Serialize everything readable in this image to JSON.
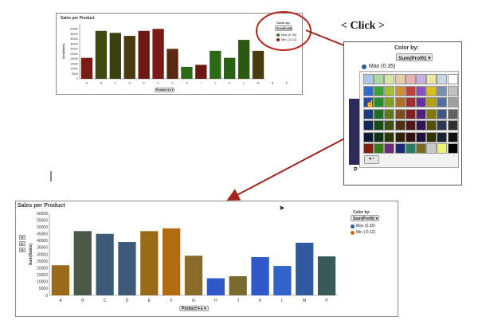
{
  "annotation": {
    "click_label": "< Click >"
  },
  "small_chart": {
    "chart_data": {
      "type": "bar",
      "title": "Sales per Product",
      "xlabel": "Product",
      "ylabel": "Sum(Sales)",
      "categories": [
        "A",
        "B",
        "C",
        "D",
        "E",
        "F",
        "G",
        "H",
        "I",
        "J",
        "K",
        "L",
        "M",
        "N",
        "P"
      ],
      "values": [
        21000,
        48000,
        46000,
        43000,
        48000,
        50000,
        30000,
        12000,
        14000,
        28000,
        21000,
        39000,
        28000
      ],
      "yticks": [
        0,
        5000,
        10000,
        15000,
        20000,
        25000,
        30000,
        35000,
        40000,
        45000,
        50000
      ],
      "ytick_labels": [
        "0",
        "5000",
        "10000",
        "15000",
        "20000",
        "25000",
        "30000",
        "35000",
        "40000",
        "45000",
        "50000"
      ],
      "ylim": [
        0,
        55000
      ],
      "bar_colors": [
        "#7a1a14",
        "#3e4a10",
        "#3a4210",
        "#4a3a10",
        "#6a1a12",
        "#7a1a14",
        "#5a2a10",
        "#2d6a14",
        "#6a1a12",
        "#2a6a14",
        "#2a6014",
        "#2a5a12",
        "#4a3a12"
      ]
    },
    "color_by_label": "Color by:",
    "color_by_value": "Sum(Profit)",
    "legend": [
      {
        "label": "Max (0.35)",
        "color": "#3e7a1a"
      },
      {
        "label": "Min (-0.12)",
        "color": "#8a1a10"
      }
    ]
  },
  "popup": {
    "color_by_label": "Color by:",
    "color_by_value": "Sum(Profit)",
    "selected_label": "Max (0.35)",
    "selected_color": "#2f5aa0",
    "bar_color": "#2e2a58",
    "bar_x_label": "P",
    "palette": [
      [
        "#a9c7e8",
        "#aad8a8",
        "#d8e6a0",
        "#e6d0a0",
        "#e6b0b0",
        "#c8b0e0",
        "#e8e6a8",
        "#c8d8e8",
        "#ffffff"
      ],
      [
        "#2f6ad0",
        "#3aa040",
        "#a0c030",
        "#d09030",
        "#c04040",
        "#8a50c0",
        "#d8c020",
        "#7890b0",
        "#c0c0c0"
      ],
      [
        "#1e4ab0",
        "#2a8a30",
        "#80a020",
        "#b07020",
        "#a03030",
        "#6a30a0",
        "#b0a010",
        "#5070a0",
        "#a0a0a0"
      ],
      [
        "#1a3a80",
        "#206a26",
        "#607a18",
        "#805018",
        "#802020",
        "#502080",
        "#807808",
        "#405880",
        "#606060"
      ],
      [
        "#102858",
        "#184a1a",
        "#405010",
        "#503010",
        "#501818",
        "#301858",
        "#505008",
        "#283850",
        "#303030"
      ],
      [
        "#0a1a38",
        "#10301a",
        "#283808",
        "#302008",
        "#301010",
        "#200f38",
        "#303006",
        "#182430",
        "#101010"
      ],
      [
        "#8a1a10",
        "#3e7a1a",
        "#6a2a80",
        "#1a2a7a",
        "#2a7a6a",
        "#7a6a1a",
        "#c8c8c8",
        "#f0f070",
        "#000000"
      ]
    ]
  },
  "big_chart": {
    "chart_data": {
      "type": "bar",
      "title": "Sales per Product",
      "xlabel": "Product",
      "ylabel": "Sum(Sales)",
      "categories": [
        "A",
        "B",
        "C",
        "D",
        "E",
        "F",
        "G",
        "H",
        "J",
        "K",
        "L",
        "M",
        "P"
      ],
      "values": [
        22000,
        47000,
        45000,
        39000,
        47000,
        49000,
        29000,
        12500,
        14000,
        28000,
        21500,
        38500,
        28500
      ],
      "yticks": [
        0,
        5000,
        10000,
        15000,
        20000,
        25000,
        30000,
        35000,
        40000,
        45000,
        50000,
        55000,
        60000
      ],
      "ytick_labels": [
        "0",
        "5000",
        "10000",
        "15000",
        "20000",
        "25000",
        "30000",
        "35000",
        "40000",
        "45000",
        "50000",
        "55000",
        "60000"
      ],
      "ylim": [
        0,
        60000
      ],
      "bar_colors": [
        "#9a6a18",
        "#4a5a48",
        "#3e5a78",
        "#3e5a78",
        "#9a6a18",
        "#b06a10",
        "#8a6a28",
        "#2f58c8",
        "#7a6a30",
        "#2f58c8",
        "#3064c8",
        "#2f5aa0",
        "#3a5a5a"
      ]
    },
    "color_by_label": "Color by:",
    "color_by_value": "Sum(Profit)",
    "legend": [
      {
        "label": "Max (0.35)",
        "color": "#2f5aa0"
      },
      {
        "label": "Min (-0.12)",
        "color": "#c06a10"
      }
    ]
  }
}
